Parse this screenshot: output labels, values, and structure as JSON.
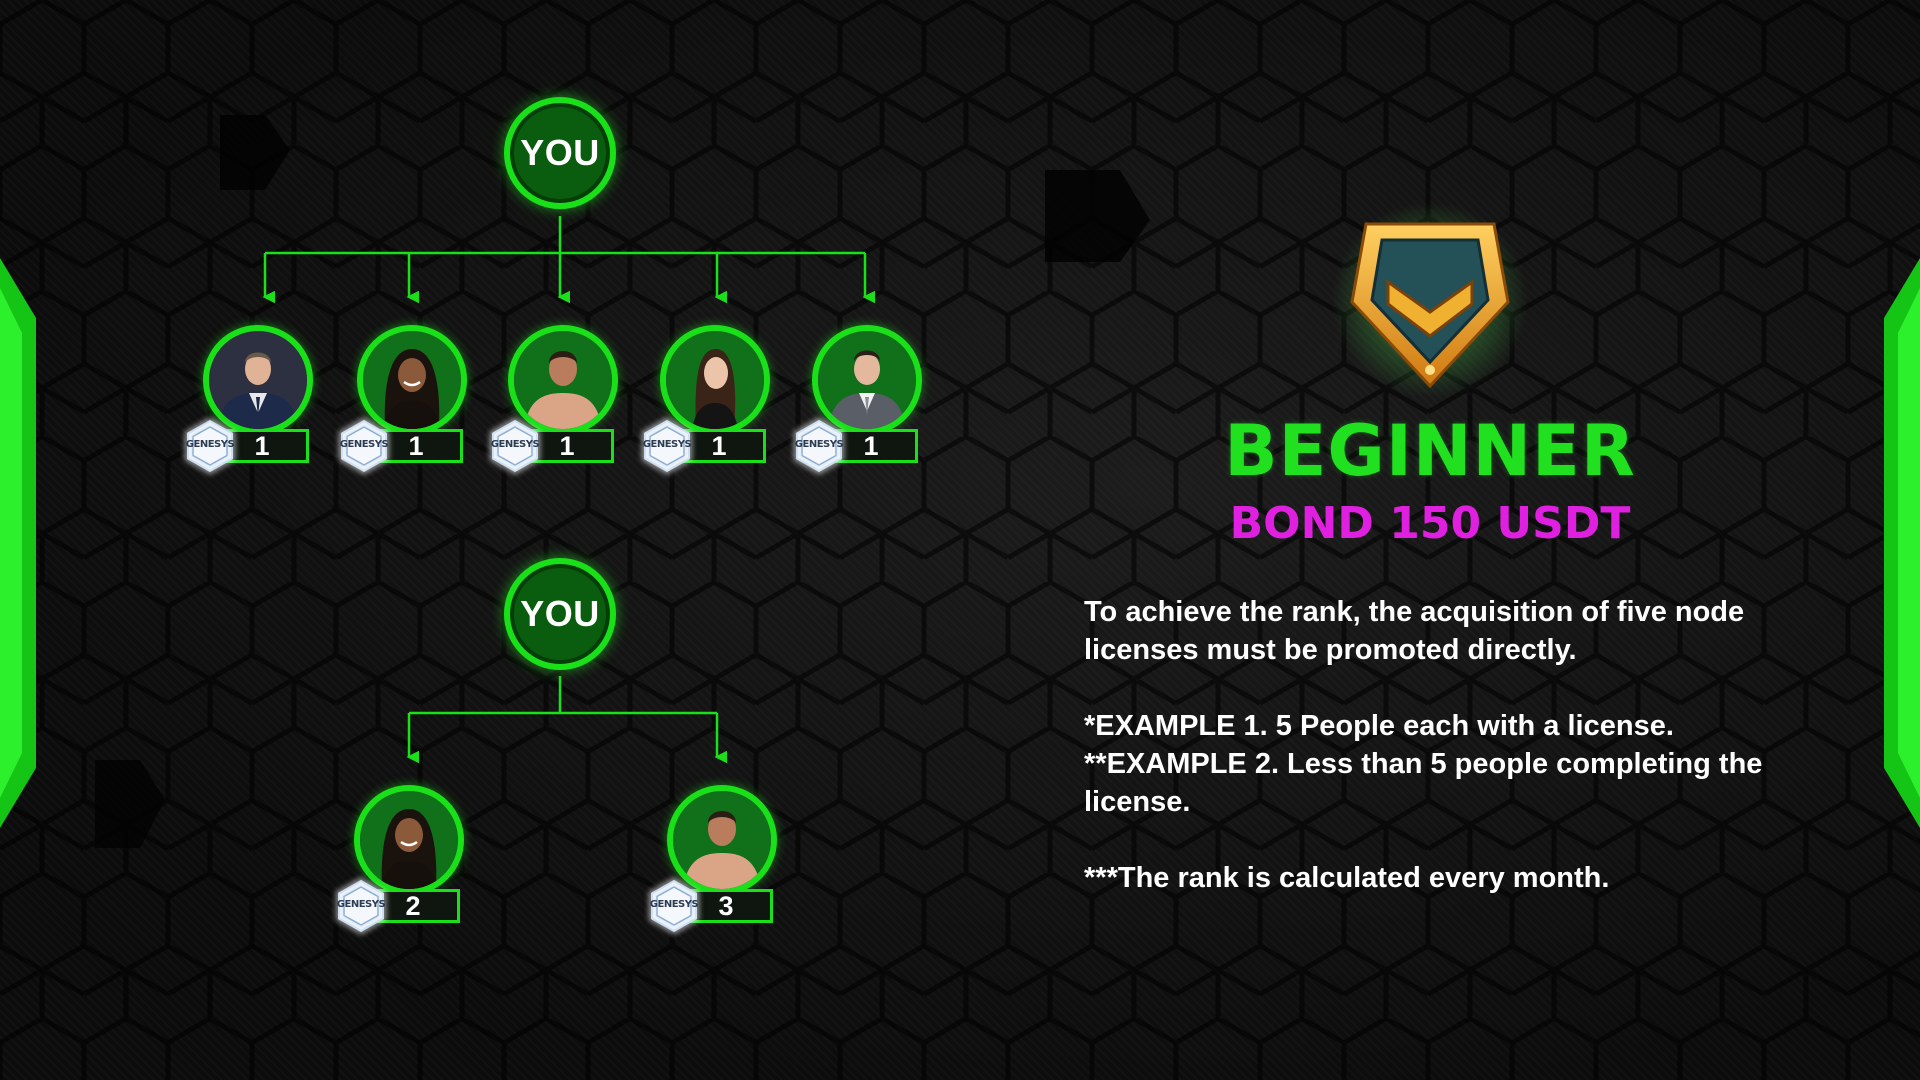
{
  "tree_top": {
    "root_label": "YOU",
    "members": [
      {
        "avatar": "businessman-photo",
        "count": "1"
      },
      {
        "avatar": "woman-braids-photo",
        "count": "1"
      },
      {
        "avatar": "young-man-photo",
        "count": "1"
      },
      {
        "avatar": "woman-dark-hair-photo",
        "count": "1"
      },
      {
        "avatar": "man-suit-photo",
        "count": "1"
      }
    ]
  },
  "tree_bottom": {
    "root_label": "YOU",
    "members": [
      {
        "avatar": "woman-braids-photo",
        "count": "2"
      },
      {
        "avatar": "young-man-photo",
        "count": "3"
      }
    ]
  },
  "token_badge_text": "GENESYS",
  "rank": {
    "badge_icon": "chevron-rank-badge-icon",
    "title": "BEGINNER",
    "bond": "BOND 150 USDT"
  },
  "description": {
    "requirement": "To achieve the rank, the acquisition of five node licenses must be promoted directly.",
    "example_1": "*EXAMPLE 1. 5 People each with a license.",
    "example_2": "**EXAMPLE 2. Less than 5 people completing the license.",
    "note": "***The rank is calculated every month."
  },
  "colors": {
    "accent_green": "#19e019",
    "title_green": "#20e020",
    "bond_magenta": "#e020e0",
    "node_fill": "#0a5c0e",
    "badge_gold": "#f0a020",
    "badge_teal": "#245058"
  }
}
